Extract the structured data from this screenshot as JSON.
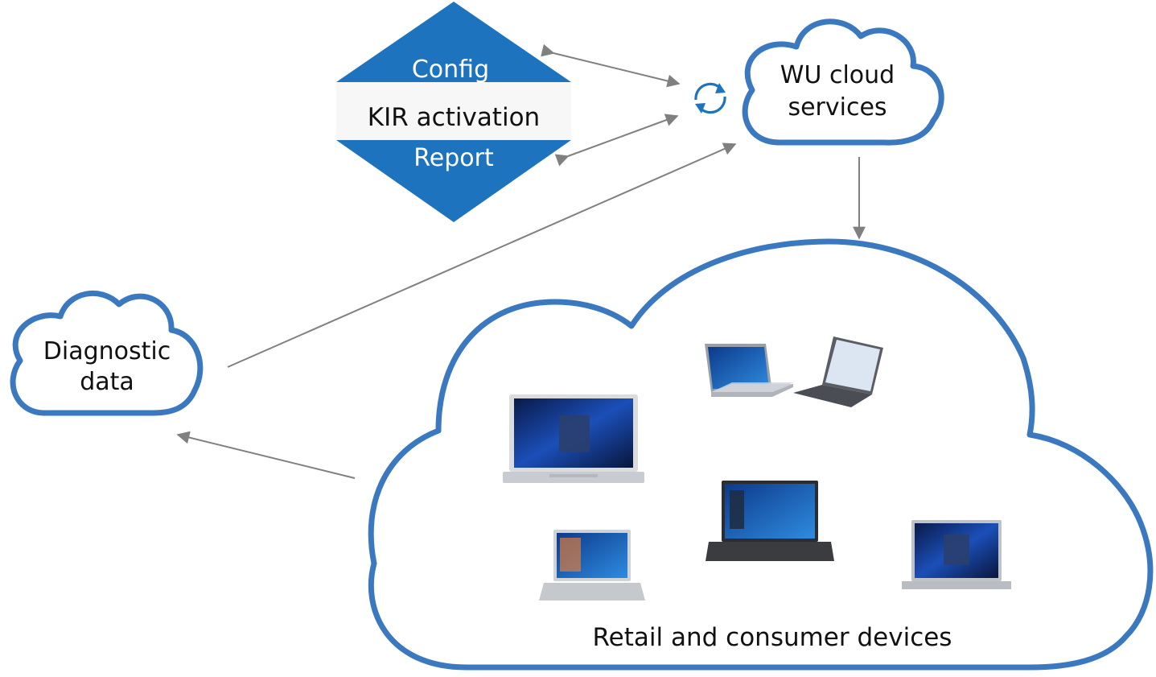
{
  "colors": {
    "accent": "#1e73be",
    "stroke": "#3a78c0",
    "arrow": "#808080",
    "band": "#f7f7f7"
  },
  "kir": {
    "top_label": "Config",
    "middle_label": "KIR activation",
    "bottom_label": "Report"
  },
  "wu_cloud": {
    "line1": "WU cloud",
    "line2": "services"
  },
  "diag_cloud": {
    "line1": "Diagnostic",
    "line2": "data"
  },
  "devices_cloud": {
    "label": "Retail and consumer devices"
  },
  "icons": {
    "sync": "sync-icon",
    "laptop": "laptop-icon",
    "tablet": "tablet-icon"
  }
}
